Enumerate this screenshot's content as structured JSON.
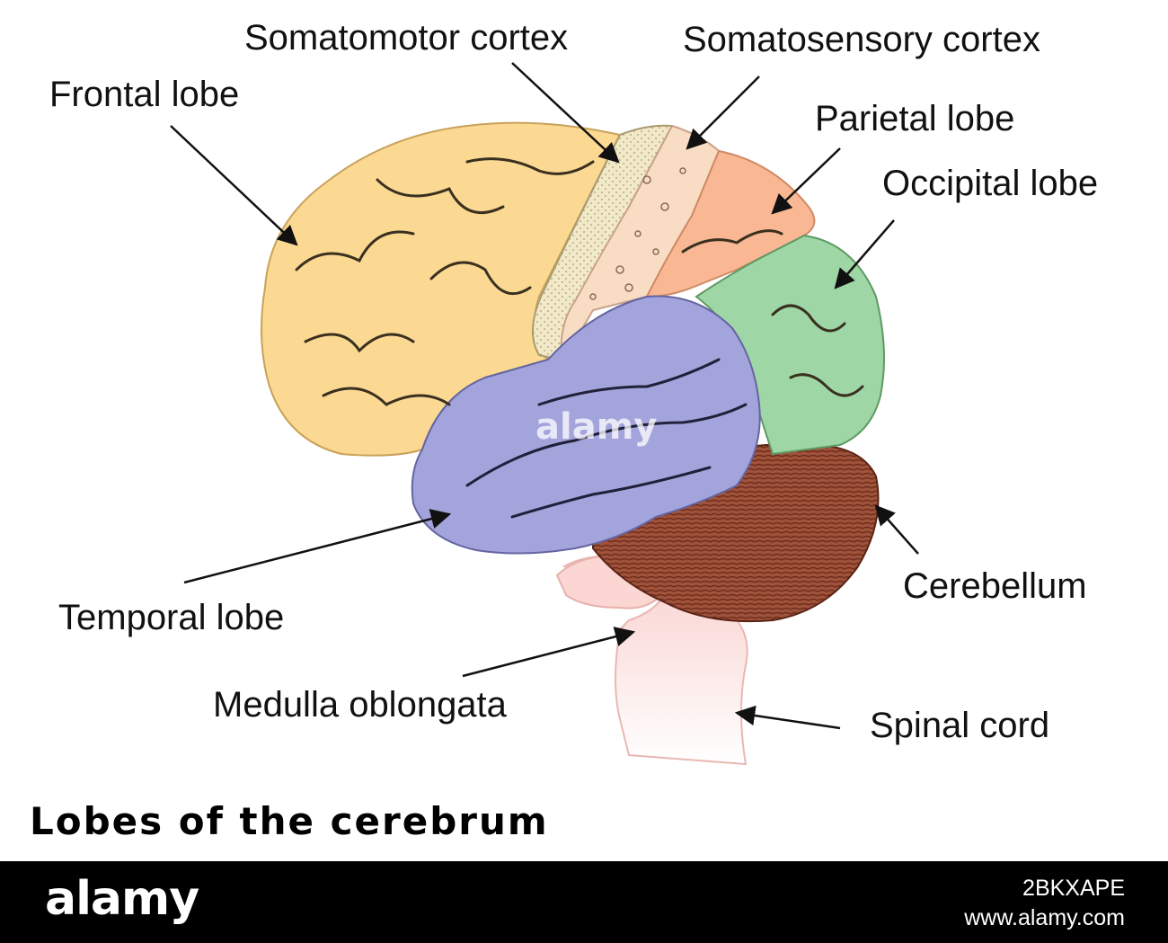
{
  "labels": {
    "somatomotor_cortex": "Somatomotor cortex",
    "somatosensory_cortex": "Somatosensory cortex",
    "frontal_lobe": "Frontal lobe",
    "parietal_lobe": "Parietal lobe",
    "occipital_lobe": "Occipital lobe",
    "cerebellum": "Cerebellum",
    "temporal_lobe": "Temporal lobe",
    "medulla_oblongata": "Medulla oblongata",
    "spinal_cord": "Spinal cord"
  },
  "title": "Lobes of the cerebrum",
  "watermark": "alamy",
  "footer": {
    "logo": "alamy",
    "image_id": "2BKXAPE",
    "site": "www.alamy.com"
  },
  "colors": {
    "frontal": "#fbd992",
    "somatomotor": "#f0e6c4",
    "somatosensory": "#f8ddc4",
    "parietal": "#f9b793",
    "occipital": "#9fd6a5",
    "temporal": "#a3a4dc",
    "cerebellum": "#9c4a34",
    "brainstem": "#fbd3d0"
  }
}
